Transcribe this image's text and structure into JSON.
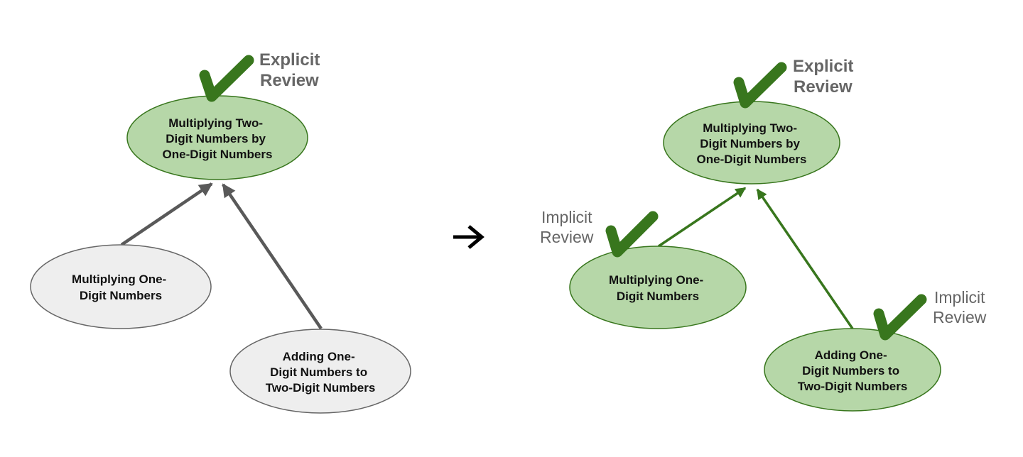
{
  "colors": {
    "gray_fill": "#eeeeee",
    "gray_stroke": "#666666",
    "gray_edge": "#595959",
    "green_fill": "#b6d7a8",
    "green_stroke": "#38761d",
    "green_edge": "#38761d",
    "check": "#38761d",
    "label_text": "#666666",
    "node_text": "#111111",
    "arrow": "#000000"
  },
  "transition_arrow": "→",
  "before": {
    "name": "before",
    "nodes": [
      {
        "id": "b-top",
        "lines": [
          "Multiplying Two-",
          "Digit Numbers by",
          "One-Digit Numbers"
        ],
        "state": "reviewed",
        "review_label": [
          "Explicit",
          "Review"
        ],
        "review_type": "explicit"
      },
      {
        "id": "b-left",
        "lines": [
          "Multiplying One-",
          "Digit Numbers"
        ],
        "state": "unreviewed",
        "review_label": null,
        "review_type": null
      },
      {
        "id": "b-right",
        "lines": [
          "Adding One-",
          "Digit Numbers to",
          "Two-Digit Numbers"
        ],
        "state": "unreviewed",
        "review_label": null,
        "review_type": null
      }
    ],
    "edges": [
      {
        "from": "b-left",
        "to": "b-top"
      },
      {
        "from": "b-right",
        "to": "b-top"
      }
    ]
  },
  "after": {
    "name": "after",
    "nodes": [
      {
        "id": "a-top",
        "lines": [
          "Multiplying Two-",
          "Digit Numbers by",
          "One-Digit Numbers"
        ],
        "state": "reviewed",
        "review_label": [
          "Explicit",
          "Review"
        ],
        "review_type": "explicit"
      },
      {
        "id": "a-left",
        "lines": [
          "Multiplying One-",
          "Digit Numbers"
        ],
        "state": "reviewed",
        "review_label": [
          "Implicit",
          "Review"
        ],
        "review_type": "implicit"
      },
      {
        "id": "a-right",
        "lines": [
          "Adding One-",
          "Digit Numbers to",
          "Two-Digit Numbers"
        ],
        "state": "reviewed",
        "review_label": [
          "Implicit",
          "Review"
        ],
        "review_type": "implicit"
      }
    ],
    "edges": [
      {
        "from": "a-left",
        "to": "a-top"
      },
      {
        "from": "a-right",
        "to": "a-top"
      }
    ]
  }
}
